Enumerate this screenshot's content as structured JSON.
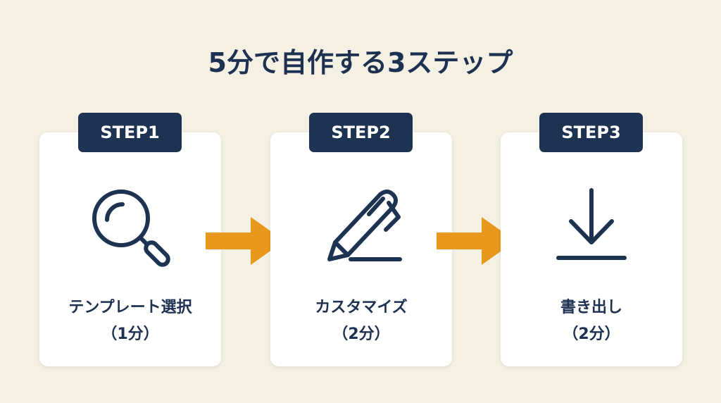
{
  "title": "5分で自作する3ステップ",
  "steps": [
    {
      "badge": "STEP1",
      "label": "テンプレート選択",
      "time": "（1分）",
      "icon": "magnifier-icon"
    },
    {
      "badge": "STEP2",
      "label": "カスタマイズ",
      "time": "（2分）",
      "icon": "pen-icon"
    },
    {
      "badge": "STEP3",
      "label": "書き出し",
      "time": "（2分）",
      "icon": "download-icon"
    }
  ],
  "colors": {
    "navy": "#1e3352",
    "orange": "#e8981c",
    "background": "#f4f0e3"
  }
}
